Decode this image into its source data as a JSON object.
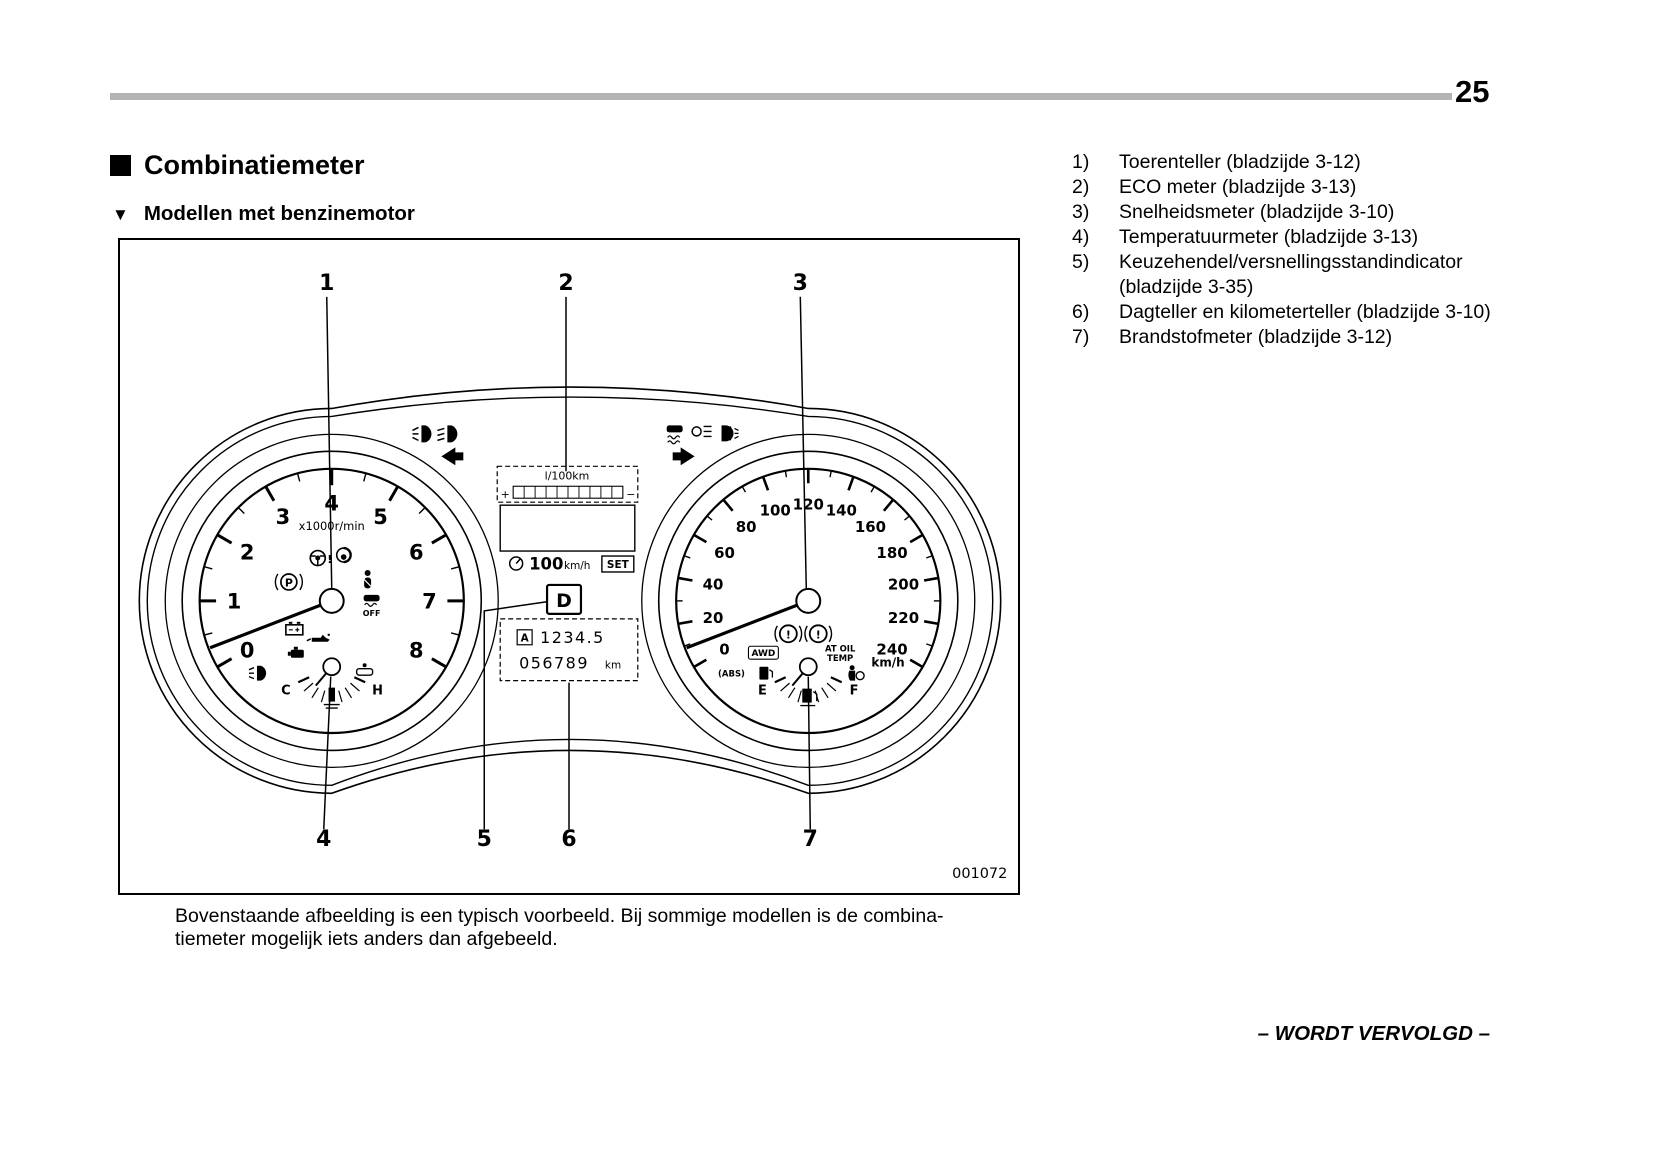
{
  "page": {
    "number": "25",
    "continued_notice": "– WORDT VERVOLGD –"
  },
  "section": {
    "title": "Combinatiemeter",
    "subtitle": "Modellen met benzinemotor"
  },
  "legend": {
    "items": [
      {
        "num": "1)",
        "label": "Toerenteller (bladzijde 3-12)"
      },
      {
        "num": "2)",
        "label": "ECO meter (bladzijde 3-13)"
      },
      {
        "num": "3)",
        "label": "Snelheidsmeter (bladzijde 3-10)"
      },
      {
        "num": "4)",
        "label": "Temperatuurmeter (bladzijde 3-13)"
      },
      {
        "num": "5)",
        "label": "Keuzehendel/versnellingsstandindicator (bladzijde 3-35)"
      },
      {
        "num": "6)",
        "label": "Dagteller en kilometerteller (bladzijde 3-10)"
      },
      {
        "num": "7)",
        "label": "Brandstofmeter (bladzijde 3-12)"
      }
    ]
  },
  "figure": {
    "code": "001072",
    "caption_line1": "Bovenstaande afbeelding is een typisch voorbeeld. Bij sommige modellen is de combina-",
    "caption_line2": "tiemeter mogelijk iets anders dan afgebeeld.",
    "callouts": [
      "1",
      "2",
      "3",
      "4",
      "5",
      "6",
      "7"
    ]
  },
  "cluster": {
    "tachometer": {
      "unit": "x1000r/min",
      "tick_labels": [
        "0",
        "1",
        "2",
        "3",
        "4",
        "5",
        "6",
        "7",
        "8"
      ]
    },
    "speedometer": {
      "unit": "km/h",
      "tick_labels": [
        "0",
        "20",
        "40",
        "60",
        "80",
        "100",
        "120",
        "140",
        "160",
        "180",
        "200",
        "220",
        "240"
      ]
    },
    "temperature_gauge": {
      "low": "C",
      "high": "H"
    },
    "fuel_gauge": {
      "empty": "E",
      "full": "F"
    },
    "display": {
      "consumption_unit": "l/100km",
      "bar_plus": "+",
      "bar_minus": "−",
      "cruise_speed": "100",
      "cruise_unit": "km/h",
      "cruise_set": "SET",
      "gear_indicator": "D",
      "trip_label": "A",
      "trip_value": "1234.5",
      "odometer_value": "056789",
      "odometer_unit": "km"
    },
    "indicator_text": {
      "parking_brake": "P",
      "warning_mark": "!",
      "vdc_off": "OFF",
      "awd": "AWD",
      "at_oil_temp_line1": "AT OIL",
      "at_oil_temp_line2": "TEMP",
      "abs": "(ABS)"
    }
  }
}
